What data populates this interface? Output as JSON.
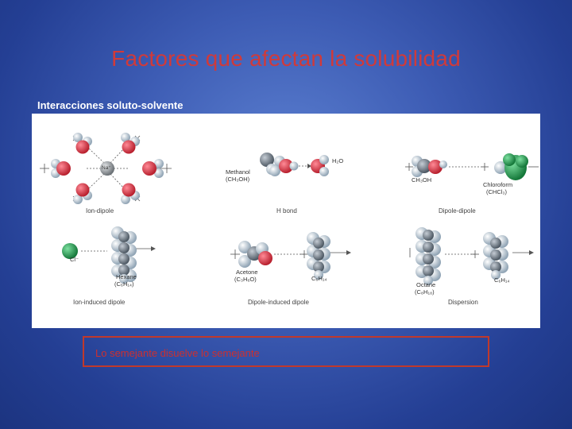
{
  "slide": {
    "title": "Factores que afectan la solubilidad",
    "subtitle": "Interacciones soluto-solvente",
    "note": "Lo semejante disuelve lo semejante"
  },
  "figure": {
    "ion_label": "Na⁺",
    "methanol_label": "Methanol",
    "methanol_formula": "(CH₃OH)",
    "water_label": "H₂O",
    "ch3oh_label": "CH₃OH",
    "chloroform_label": "Chloroform",
    "chloroform_formula": "(CHCl₃)",
    "chloride_label": "Cl⁻",
    "hexane_label": "Hexane",
    "hexane_formula": "(C₆H₁₄)",
    "acetone_label": "Acetone",
    "acetone_formula": "(C₃H₆O)",
    "c6h14_mid_label": "C₆H₁₄",
    "octane_label": "Octane",
    "octane_formula": "(C₈H₁₈)",
    "c6h14_right_label": "C₆H₁₄",
    "captions": {
      "ion_dipole": "Ion-dipole",
      "h_bond": "H bond",
      "dipole_dipole": "Dipole-dipole",
      "ion_induced_dipole": "Ion-induced dipole",
      "dipole_induced_dipole": "Dipole-induced dipole",
      "dispersion": "Dispersion"
    }
  },
  "colors": {
    "title": "#d03a3a",
    "oxygen": "#d63a4a",
    "hydrogen": "#c8ced6",
    "carbon": "#7f8a96",
    "chlorine": "#2e9a55",
    "sodium": "#9aa0a6",
    "box_border": "#c0392b"
  }
}
